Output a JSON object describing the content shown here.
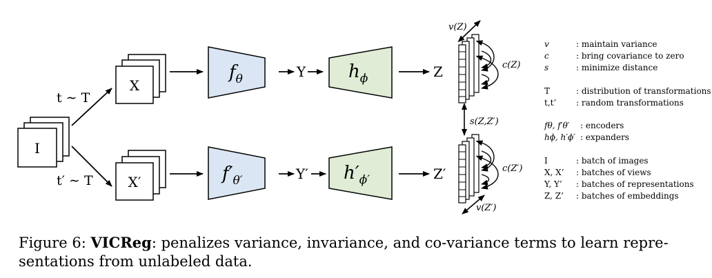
{
  "input": {
    "image": "I",
    "view_top": "X",
    "view_bottom": "X′"
  },
  "transforms": {
    "top": "t ∼ T",
    "bottom": "t′ ∼ T"
  },
  "encoder": {
    "top": "f",
    "top_sub": "θ",
    "bottom": "f′",
    "bottom_sub": "θ′"
  },
  "representations": {
    "top": "Y",
    "bottom": "Y′"
  },
  "expander": {
    "top": "h",
    "top_sub": "ϕ",
    "bottom": "h′",
    "bottom_sub": "ϕ′"
  },
  "embeddings": {
    "top": "Z",
    "bottom": "Z′"
  },
  "terms": {
    "v_top": "v(Z)",
    "c_top": "c(Z)",
    "s": "s(Z,Z′)",
    "c_bottom": "c(Z′)",
    "v_bottom": "v(Z′)"
  },
  "legend": {
    "group1": [
      {
        "key": "v",
        "desc": ": maintain variance"
      },
      {
        "key": "c",
        "desc": ": bring covariance to zero"
      },
      {
        "key": "s",
        "desc": ": minimize distance"
      }
    ],
    "group2": [
      {
        "key": "T",
        "desc": ": distribution of transformations"
      },
      {
        "key": "t,t’",
        "desc": ": random transformations"
      }
    ],
    "group3": [
      {
        "key": "fθ, f′θ′",
        "desc": ": encoders"
      },
      {
        "key": "hϕ, h′ϕ′",
        "desc": ": expanders"
      }
    ],
    "group4": [
      {
        "key": "I",
        "desc": ": batch of images"
      },
      {
        "key": "X, X’",
        "desc": ": batches of views"
      },
      {
        "key": "Y, Y’",
        "desc": ": batches of representations"
      },
      {
        "key": "Z, Z’",
        "desc": ": batches of embeddings"
      }
    ]
  },
  "caption": {
    "prefix": "Figure 6: ",
    "bold": "VICReg",
    "text": ": penalizes variance, invariance, and co-variance terms to learn repre-sentations from unlabeled data."
  },
  "colors": {
    "encoder_fill": "#dae6f3",
    "expander_fill": "#e0ecd6",
    "stroke": "#000000"
  }
}
